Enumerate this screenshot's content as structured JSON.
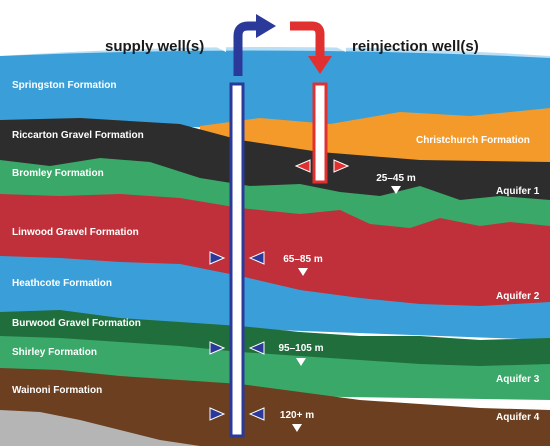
{
  "headers": {
    "supply": "supply well(s)",
    "reinjection": "reinjection well(s)"
  },
  "formations": {
    "springston": "Springston Formation",
    "riccarton": "Riccarton Gravel Formation",
    "christchurch": "Christchurch Formation",
    "bromley": "Bromley Formation",
    "linwood": "Linwood Gravel Formation",
    "heathcote": "Heathcote Formation",
    "burwood": "Burwood Gravel Formation",
    "shirley": "Shirley Formation",
    "wainoni": "Wainoni Formation"
  },
  "aquifers": {
    "a1": "Aquifer 1",
    "a2": "Aquifer 2",
    "a3": "Aquifer 3",
    "a4": "Aquifer 4"
  },
  "depths": {
    "d1": "25–45 m",
    "d2": "65–85 m",
    "d3": "95–105 m",
    "d4": "120+ m"
  },
  "colors": {
    "sky": "#b8dff5",
    "springston": "#3a9fd8",
    "christchurch": "#f39a2b",
    "riccarton": "#2d2d2d",
    "bromley": "#3aa868",
    "linwood": "#c0303a",
    "heathcote": "#3a9fd8",
    "burwood": "#1f6e3c",
    "shirley": "#3aa868",
    "wainoni": "#6b3f1f",
    "bedrock": "#b5b5b5",
    "supply_arrow": "#2b3a9a",
    "reinjection_arrow": "#e03030"
  }
}
